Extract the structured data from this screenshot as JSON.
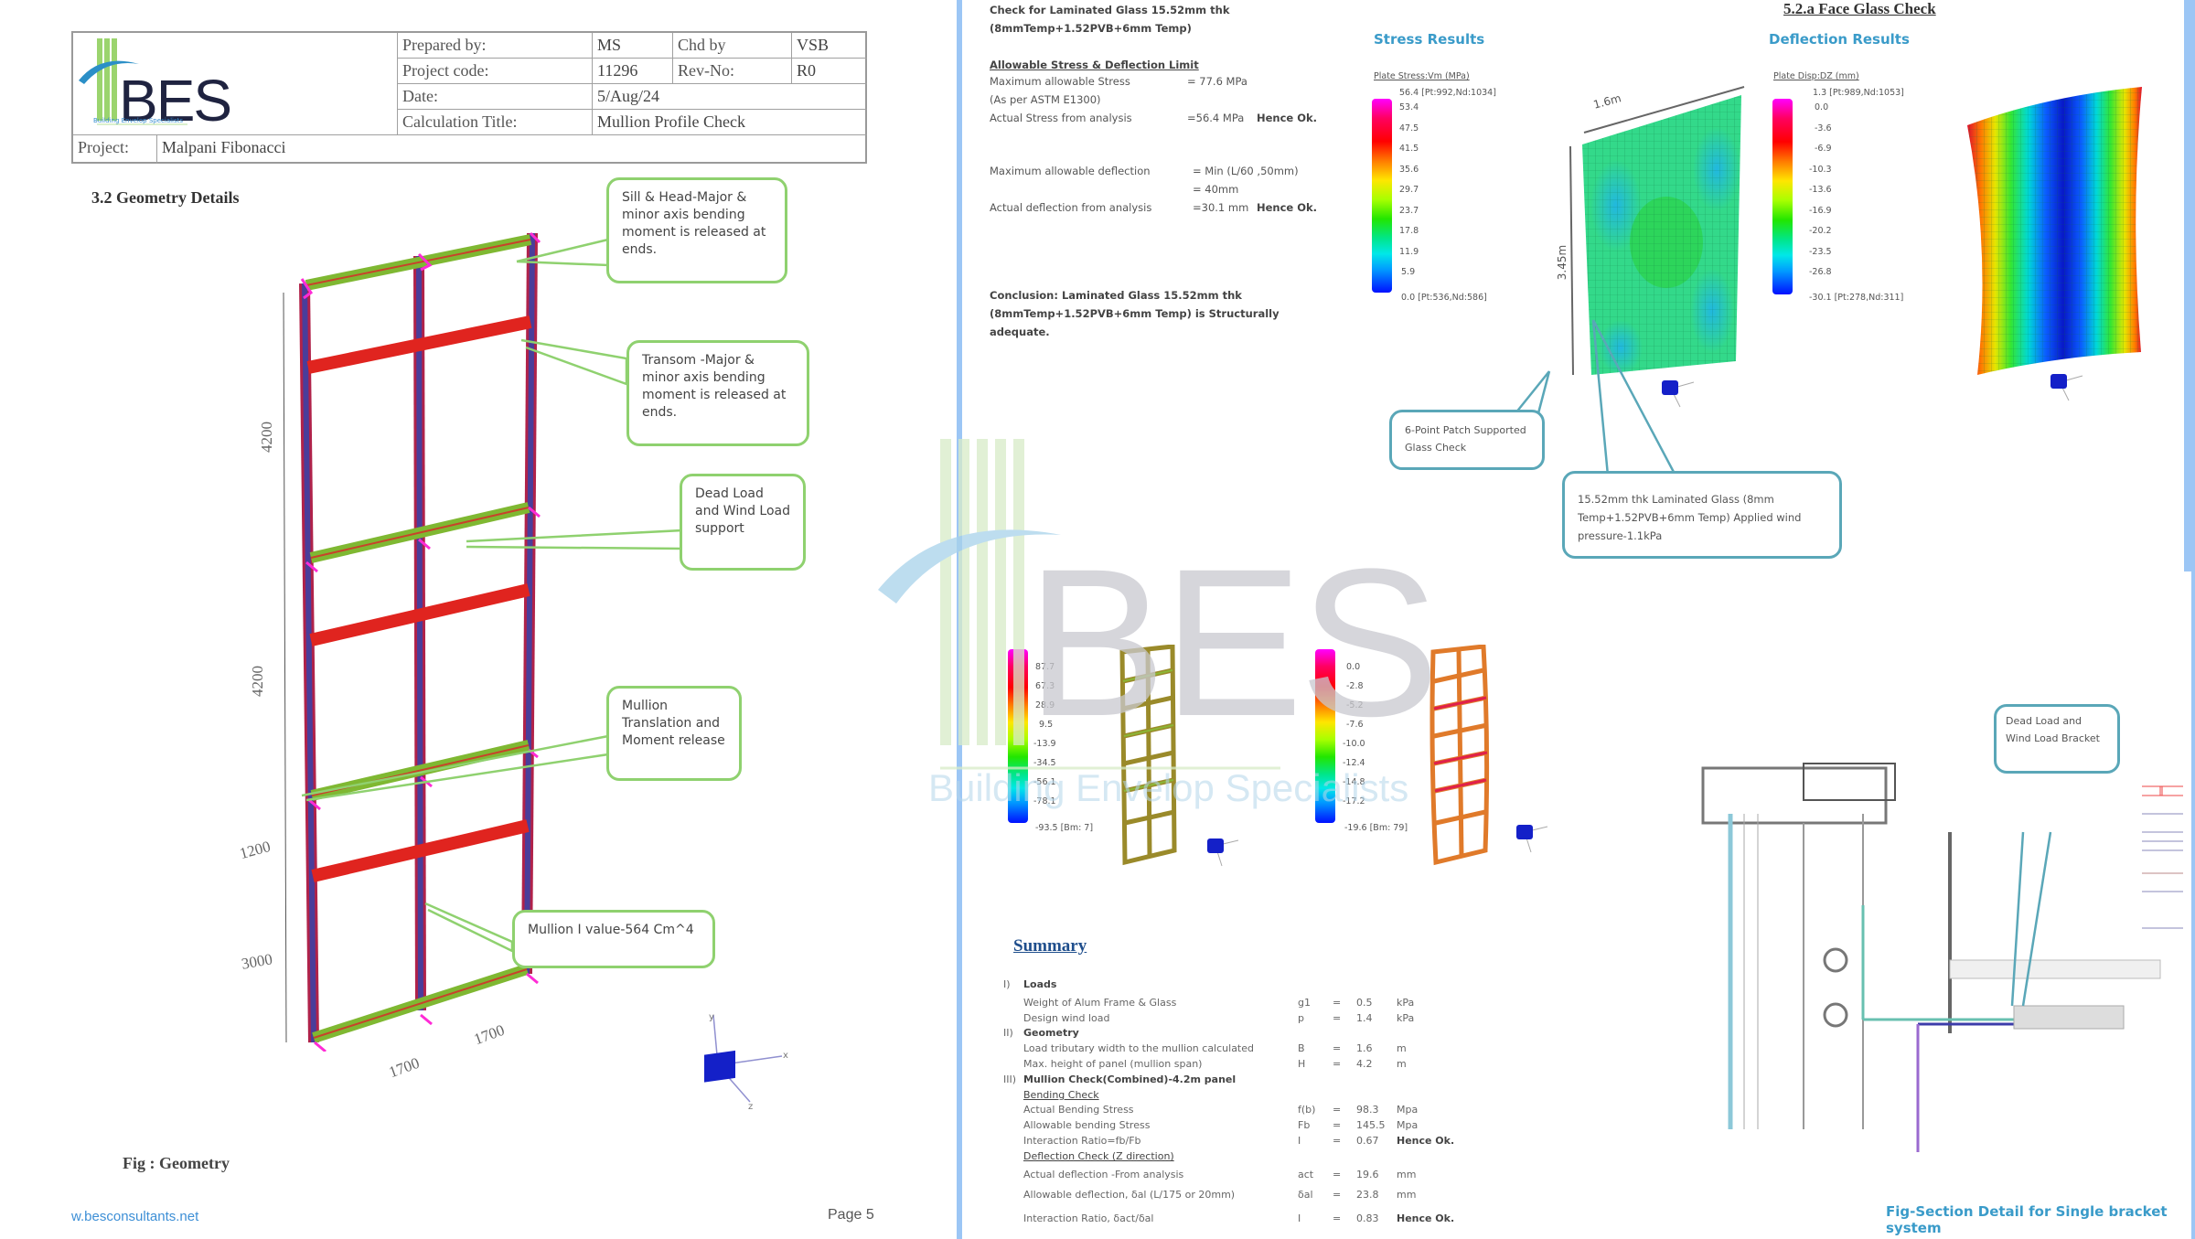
{
  "left_page": {
    "header_table": {
      "logo": {
        "brand": "BES",
        "tagline": "Building Envelop Specialists"
      },
      "rows": [
        {
          "label": "Prepared by:",
          "value": "MS",
          "label2": "Chd by",
          "value2": "VSB"
        },
        {
          "label": "Project code:",
          "value": "11296",
          "label2": "Rev-No:",
          "value2": "R0"
        },
        {
          "label": "Date:",
          "value": "5/Aug/24"
        },
        {
          "label": "Calculation Title:",
          "value": "Mullion Profile Check"
        }
      ],
      "project_label": "Project:",
      "project_value": "Malpani Fibonacci"
    },
    "section_title": "3.2 Geometry Details",
    "callouts": [
      "Sill & Head-Major & minor axis bending moment is released at  ends.",
      "Transom -Major & minor axis bending moment is released at  ends.",
      "Dead Load and Wind Load support",
      "Mullion Translation and Moment release",
      "Mullion I value-564 Cm^4"
    ],
    "dimensions": {
      "heights": [
        "4200",
        "4200",
        "1200",
        "3000"
      ],
      "widths": [
        "1700",
        "1700"
      ]
    },
    "axes": {
      "x": "x",
      "y": "y",
      "z": "z"
    },
    "figure_caption": "Fig : Geometry",
    "footer_link": "w.besconsultants.net",
    "page_number": "Page 5"
  },
  "right_page": {
    "intro_title_line1": "Check for Laminated Glass 15.52mm thk",
    "intro_title_line2": "(8mmTemp+1.52PVB+6mm Temp)",
    "limits_heading": "Allowable Stress & Deflection Limit",
    "limits": [
      {
        "label": "Maximum allowable Stress",
        "value": "= 77.6 MPa",
        "note": ""
      },
      {
        "label": "(As per ASTM E1300)",
        "value": "",
        "note": ""
      },
      {
        "label": "Actual Stress from analysis",
        "value": "=56.4 MPa",
        "note": "Hence Ok."
      },
      {
        "label": "Maximum allowable deflection",
        "value": "= Min (L/60 ,50mm)",
        "note": ""
      },
      {
        "label": "",
        "value": "= 40mm",
        "note": ""
      },
      {
        "label": "Actual deflection from analysis",
        "value": "=30.1 mm",
        "note": "Hence Ok."
      }
    ],
    "conclusion_line1": "Conclusion: Laminated Glass 15.52mm thk",
    "conclusion_line2": "(8mmTemp+1.52PVB+6mm Temp)  is Structurally",
    "conclusion_line3": "adequate.",
    "face_glass_heading": "5.2.a Face Glass Check",
    "stress_results": {
      "heading": "Stress Results",
      "legend_title": "Plate Stress:Vm  (MPa)",
      "max_label": "56.4 [Pt:992,Nd:1034]",
      "ticks": [
        "53.4",
        "47.5",
        "41.5",
        "35.6",
        "29.7",
        "23.7",
        "17.8",
        "11.9",
        "5.9"
      ],
      "min_label": "0.0 [Pt:536,Nd:586]",
      "dim_width": "1.6m",
      "dim_height": "3.45m"
    },
    "deflection_results": {
      "heading": "Deflection Results",
      "legend_title": "Plate Disp:DZ  (mm)",
      "max_label": "1.3 [Pt:989,Nd:1053]",
      "ticks": [
        "0.0",
        "-3.6",
        "-6.9",
        "-10.3",
        "-13.6",
        "-16.9",
        "-20.2",
        "-23.5",
        "-26.8"
      ],
      "min_label": "-30.1 [Pt:278,Nd:311]"
    },
    "glass_callouts": [
      "6-Point Patch Supported Glass Check",
      "15.52mm thk Laminated Glass (8mm Temp+1.52PVB+6mm Temp) Applied wind pressure-1.1kPa"
    ],
    "frame_stress_legend": {
      "ticks": [
        "87.7",
        "67.3",
        "28.9",
        "9.5",
        "-13.9",
        "-34.5",
        "-56.1",
        "-78.1"
      ],
      "min_label": "-93.5 [Bm: 7]"
    },
    "frame_defl_legend": {
      "ticks": [
        "0.0",
        "-2.8",
        "-5.2",
        "-7.6",
        "-10.0",
        "-12.4",
        "-14.8",
        "-17.2"
      ],
      "min_label": "-19.6 [Bm: 79]"
    },
    "bracket_callout": "Dead Load and Wind Load Bracket",
    "section_caption": "Fig-Section Detail for Single bracket system",
    "summary": {
      "title": "Summary",
      "rows": [
        {
          "num": "I)",
          "label": "Loads",
          "bold": true
        },
        {
          "label": "Weight of Alum Frame & Glass",
          "sym": "g1",
          "eq": "=",
          "val": "0.5",
          "unit": "kPa"
        },
        {
          "label": "Design wind load",
          "sym": "p",
          "eq": "=",
          "val": "1.4",
          "unit": "kPa"
        },
        {
          "num": "II)",
          "label": "Geometry",
          "bold": true
        },
        {
          "label": "Load tributary width to the mullion calculated",
          "sym": "B",
          "eq": "=",
          "val": "1.6",
          "unit": "m"
        },
        {
          "label": "Max. height of panel (mullion span)",
          "sym": "H",
          "eq": "=",
          "val": "4.2",
          "unit": "m"
        },
        {
          "num": "III)",
          "label": "Mullion Check(Combined)-4.2m panel",
          "bold": true
        },
        {
          "label": "Bending Check",
          "underline": true
        },
        {
          "label": "Actual Bending Stress",
          "sym": "f(b)",
          "eq": "=",
          "val": "98.3",
          "unit": "Mpa"
        },
        {
          "label": "Allowable bending Stress",
          "sym": "Fb",
          "eq": "=",
          "val": "145.5",
          "unit": "Mpa"
        },
        {
          "label": "Interaction Ratio=fb/Fb",
          "sym": "I",
          "eq": "=",
          "val": "0.67",
          "unit": "Hence Ok."
        },
        {
          "label": "Deflection Check (Z direction)",
          "underline": true
        },
        {
          "label": "Actual deflection -From analysis",
          "sym": "act",
          "eq": "=",
          "val": "19.6",
          "unit": "mm"
        },
        {
          "label": "Allowable deflection, δal (L/175 or 20mm)",
          "sym": "δal",
          "eq": "=",
          "val": "23.8",
          "unit": "mm"
        },
        {
          "label": "Interaction Ratio, δact/δal",
          "sym": "I",
          "eq": "=",
          "val": "0.83",
          "unit": "Hence Ok."
        }
      ]
    }
  },
  "watermark": {
    "brand": "BES",
    "tagline": "Building Envelop Specialists"
  },
  "colors": {
    "divider": "#9cc6f5",
    "callout_green": "#8fd16f",
    "callout_teal": "#5aa7b8",
    "heading_blue": "#3a9bc9",
    "logo_green": "#9bd46e",
    "logo_navy": "#1f2340"
  }
}
